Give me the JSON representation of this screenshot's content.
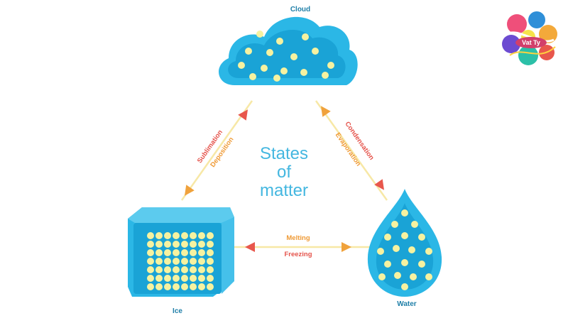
{
  "diagram": {
    "title_lines": [
      "States",
      "of",
      "matter"
    ],
    "states": {
      "cloud": "Cloud",
      "ice": "Ice",
      "water": "Water"
    },
    "processes": {
      "sublimation": "Sublimation",
      "deposition": "Deposition",
      "condensation": "Condensation",
      "evaporation": "Evaporation",
      "melting": "Melting",
      "freezing": "Freezing"
    }
  },
  "logo": {
    "text": "Vat Ty"
  },
  "colors": {
    "blue": "#2bb7e6",
    "blue_dark": "#1aa3d6",
    "particle": "#f6f2a0",
    "line": "#f7e8a6",
    "arrow_orange": "#f0a23c",
    "arrow_red": "#e8574c",
    "text_orange": "#ef9a35",
    "text_red": "#e5534b",
    "title_blue": "#44b7e0"
  }
}
